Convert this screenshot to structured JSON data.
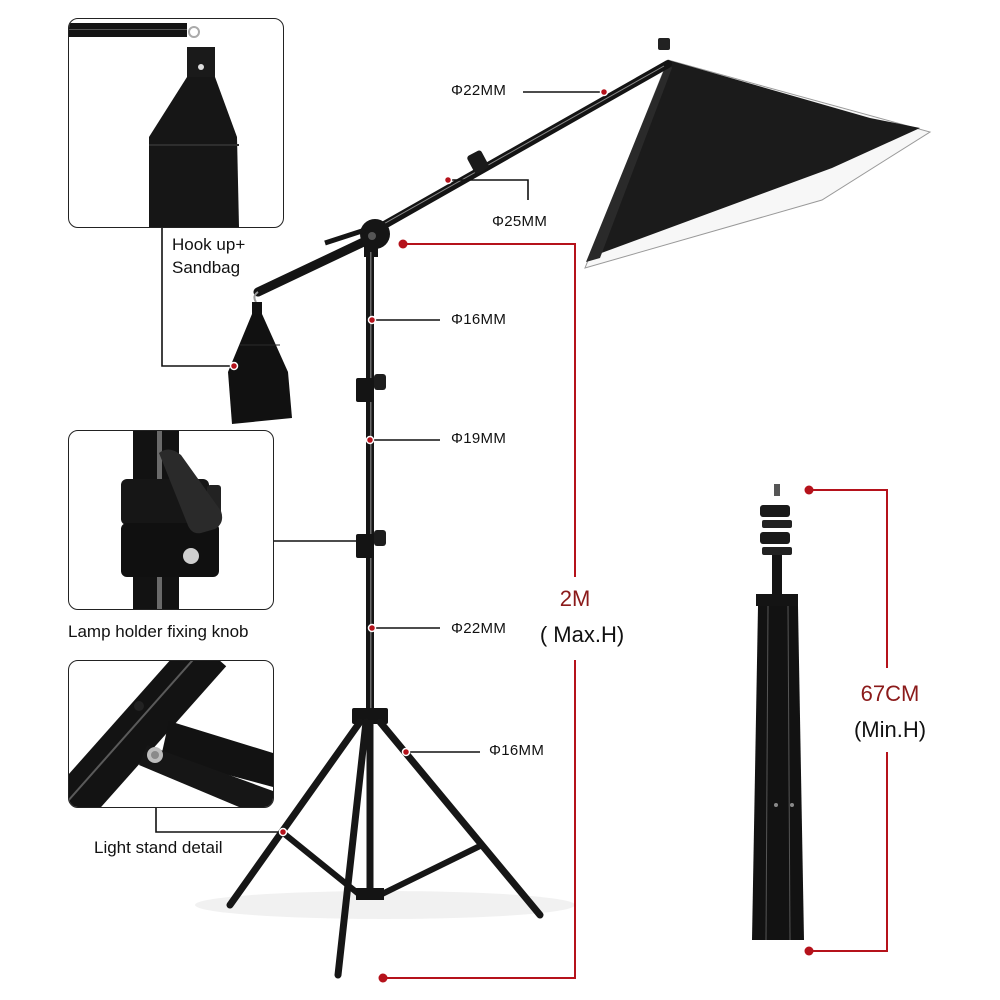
{
  "colors": {
    "accent_red": "#b5121b",
    "dim_text_red": "#8b1a1a",
    "metal_black": "#141414",
    "leader_line": "#111111"
  },
  "insets": {
    "sandbag": {
      "caption_line1": "Hook up+",
      "caption_line2": "Sandbag"
    },
    "knob": {
      "caption": "Lamp holder fixing knob"
    },
    "stand_detail": {
      "caption": "Light stand detail"
    }
  },
  "diameter_labels": [
    {
      "id": "boom-tip",
      "text": "Φ22MM"
    },
    {
      "id": "boom-base",
      "text": "Φ25MM"
    },
    {
      "id": "pole-top",
      "text": "Φ16MM"
    },
    {
      "id": "pole-mid",
      "text": "Φ19MM"
    },
    {
      "id": "pole-low",
      "text": "Φ22MM"
    },
    {
      "id": "leg",
      "text": "Φ16MM"
    }
  ],
  "max_height": {
    "value": "2M",
    "label": "( Max.H)"
  },
  "min_height": {
    "value": "67CM",
    "label": "(Min.H)"
  },
  "icons": [
    "sandbag-icon",
    "softbox-icon",
    "boom-arm-icon",
    "light-stand-icon",
    "folded-stand-icon",
    "knob-icon"
  ]
}
